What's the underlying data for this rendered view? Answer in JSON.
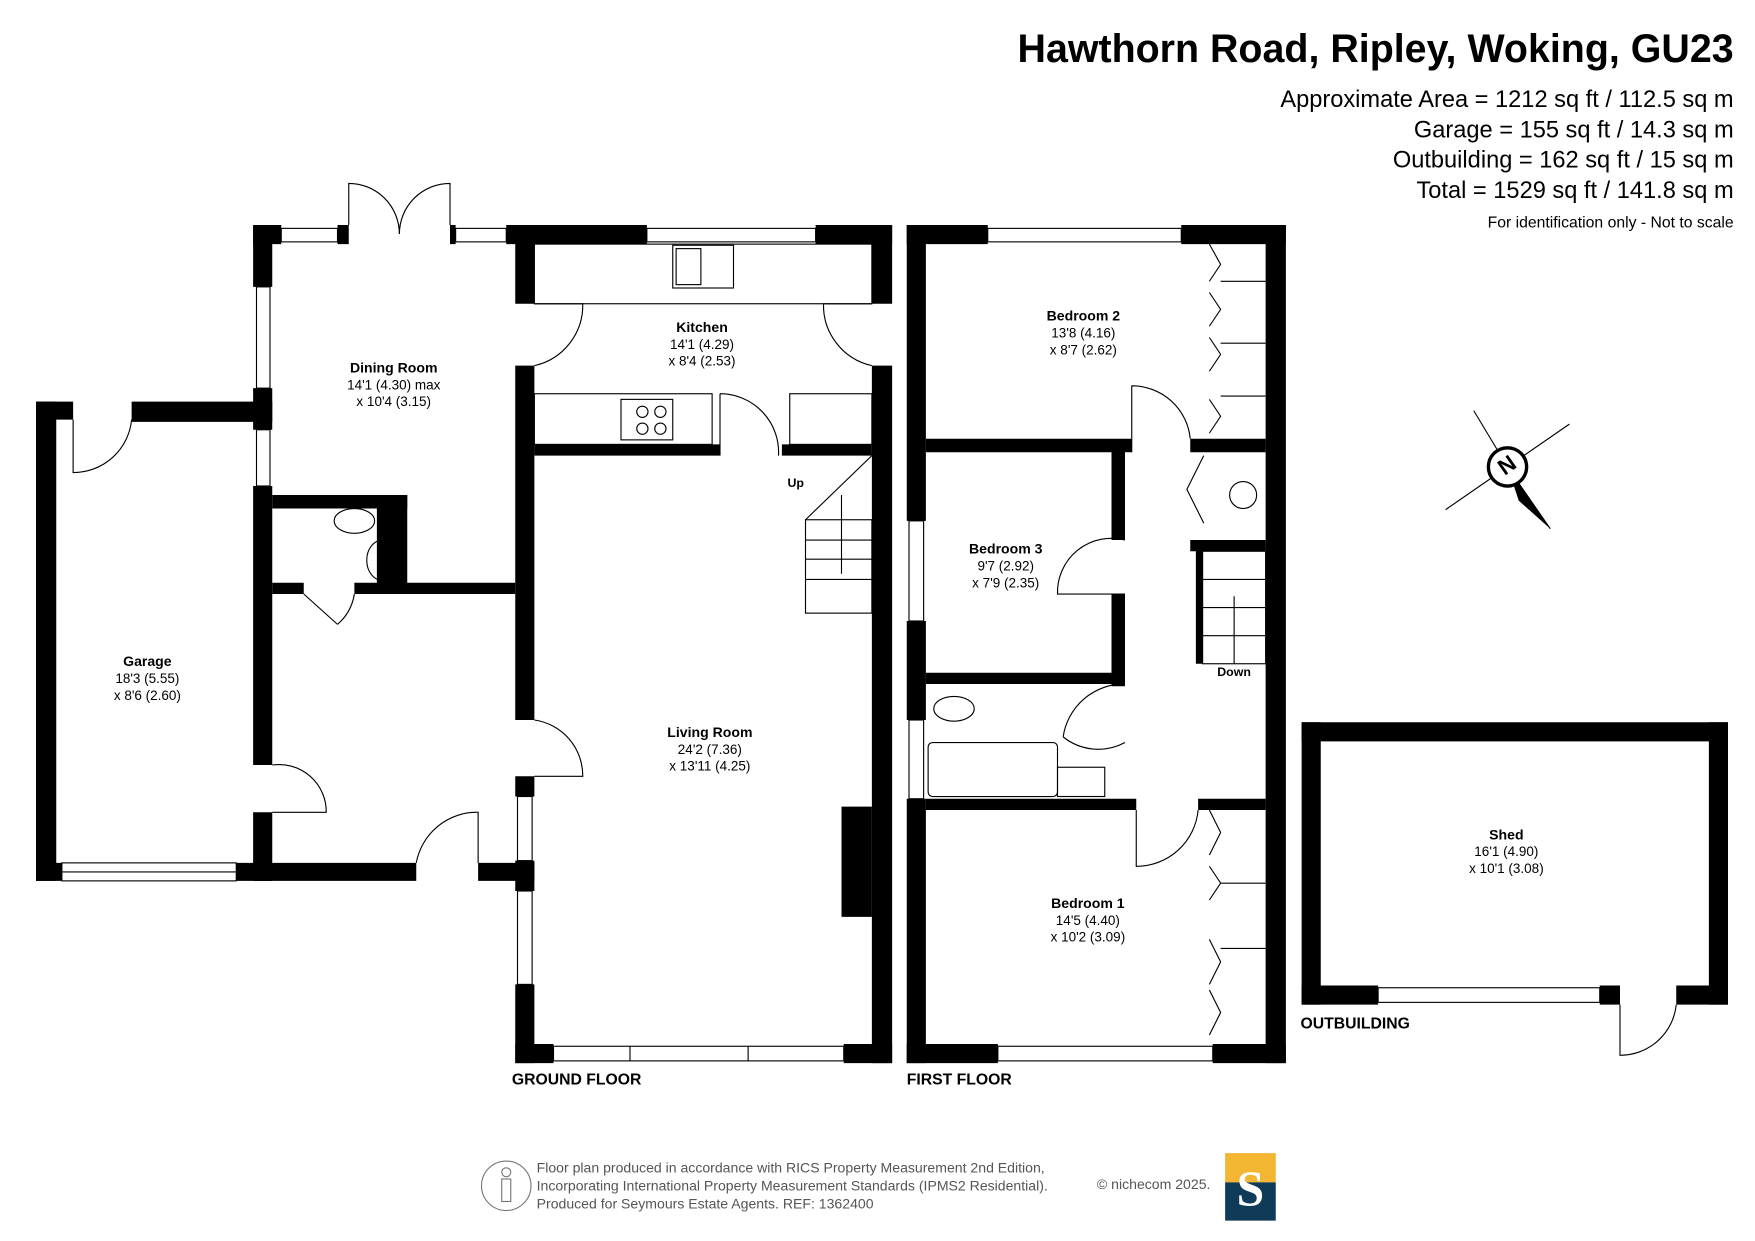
{
  "header": {
    "title": "Hawthorn Road, Ripley, Woking, GU23",
    "areas": [
      "Approximate Area = 1212 sq ft / 112.5 sq m",
      "Garage = 155 sq ft / 14.3 sq m",
      "Outbuilding = 162 sq ft / 15 sq m",
      "Total = 1529 sq ft / 141.8 sq m"
    ],
    "note": "For identification only - Not to scale"
  },
  "rooms": {
    "dining": {
      "name": "Dining Room",
      "dim1": "14'1 (4.30) max",
      "dim2": "x 10'4 (3.15)"
    },
    "kitchen": {
      "name": "Kitchen",
      "dim1": "14'1 (4.29)",
      "dim2": "x 8'4 (2.53)"
    },
    "garage": {
      "name": "Garage",
      "dim1": "18'3 (5.55)",
      "dim2": "x 8'6 (2.60)"
    },
    "living": {
      "name": "Living Room",
      "dim1": "24'2 (7.36)",
      "dim2": "x 13'11 (4.25)"
    },
    "bedroom2": {
      "name": "Bedroom 2",
      "dim1": "13'8 (4.16)",
      "dim2": "x 8'7 (2.62)"
    },
    "bedroom3": {
      "name": "Bedroom 3",
      "dim1": "9'7 (2.92)",
      "dim2": "x 7'9 (2.35)"
    },
    "bedroom1": {
      "name": "Bedroom 1",
      "dim1": "14'5 (4.40)",
      "dim2": "x 10'2 (3.09)"
    },
    "shed": {
      "name": "Shed",
      "dim1": "16'1 (4.90)",
      "dim2": "x 10'1 (3.08)"
    }
  },
  "stairs": {
    "up": "Up",
    "down": "Down"
  },
  "floors": {
    "ground": "GROUND FLOOR",
    "first": "FIRST FLOOR",
    "outbuilding": "OUTBUILDING"
  },
  "compass": "N",
  "footer": {
    "lines": [
      "Floor plan produced in accordance with RICS Property Measurement 2nd Edition,",
      "Incorporating International Property Measurement Standards (IPMS2 Residential).",
      "Produced for Seymours Estate Agents.   REF: 1362400"
    ],
    "copyright": "© nichecom 2025.",
    "logo_letter": "S"
  },
  "colors": {
    "wall": "#000000",
    "logo_top": "#f2b632",
    "logo_bottom": "#0f3a58"
  }
}
